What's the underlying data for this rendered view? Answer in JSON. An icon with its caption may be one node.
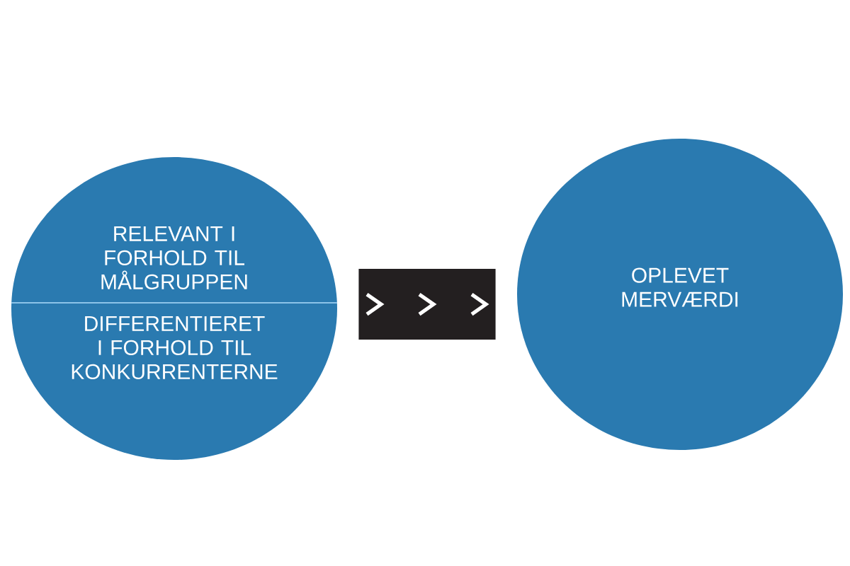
{
  "diagram": {
    "nodes": [
      {
        "text": [
          "RELEVANT I FORHOLD TIL MÅLGRUPPEN",
          "DIFFERENTIERET I FORHOLD TIL KONKURRENTERNE"
        ]
      },
      {
        "text": [
          "OPLEVET MERVÆRDI"
        ]
      }
    ],
    "edges": [
      {
        "from": 0,
        "to": 1,
        "arrow": "to"
      }
    ]
  }
}
